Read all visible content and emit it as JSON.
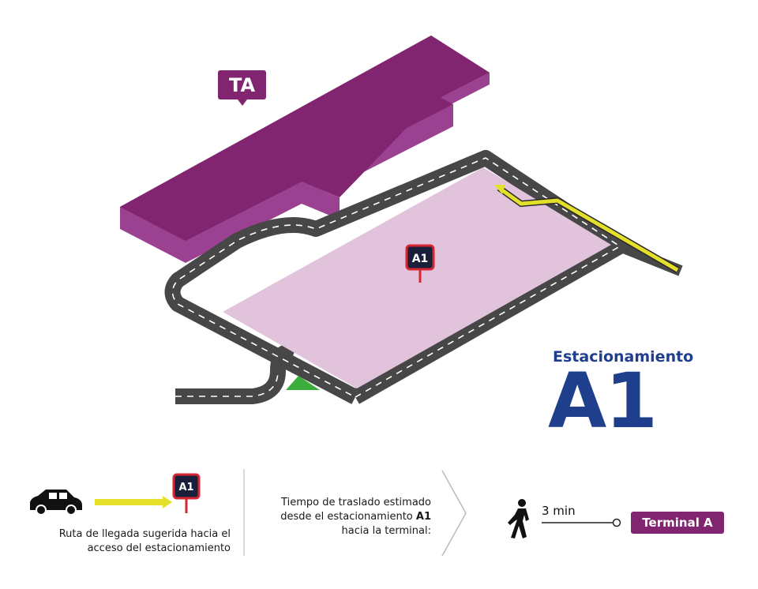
{
  "map": {
    "terminal_marker": "TA",
    "parking_marker": "A1"
  },
  "title": {
    "line1": "Estacionamiento",
    "line2": "A1"
  },
  "legend": {
    "route_marker": "A1",
    "route_text_line1": "Ruta de llegada sugerida hacia el",
    "route_text_line2": "acceso del estacionamiento",
    "time_text_line1": "Tiempo de traslado estimado",
    "time_text_line2_prefix": "desde el estacionamiento ",
    "time_text_line2_bold": "A1",
    "time_text_line3": "hacia la terminal:",
    "walk_time": "3 min",
    "destination": "Terminal A"
  },
  "colors": {
    "terminal": "#822570",
    "parking_lot": "#e2c3dc",
    "road": "#474747",
    "route": "#e4e029",
    "brand_blue": "#1f3e8c",
    "marker_border": "#d72531",
    "marker_fill": "#1a1f3a",
    "entry_green": "#3cac3c"
  },
  "icons": [
    "car-icon",
    "arrow-right-icon",
    "pedestrian-icon",
    "chevron-right-icon"
  ]
}
